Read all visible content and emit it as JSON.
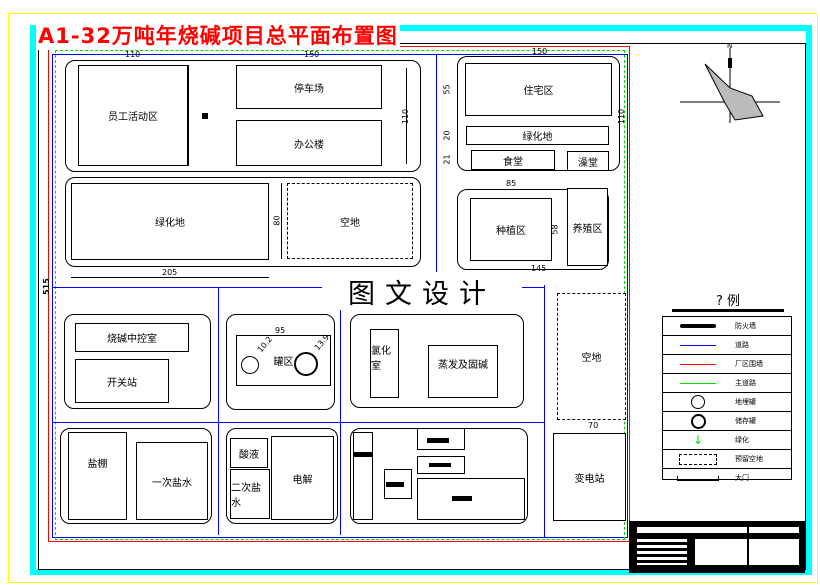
{
  "drawing": {
    "title": "A1-32万吨年烧碱项目总平面布置图",
    "watermark": "图文设计",
    "total_height_dim": "515"
  },
  "colors": {
    "title": "#ff0000",
    "outer_frame": "#00ffff",
    "page_border": "#ffff00",
    "boundary": "#ff0000",
    "road": "#0000ff",
    "greenbelt": "#00dd00"
  },
  "zones": {
    "staff_activity": {
      "label": "员工活动区",
      "dim_width": "110"
    },
    "parking": {
      "label": "停车场",
      "dim_width": "150"
    },
    "office": {
      "label": "办公楼",
      "dim_height": "110"
    },
    "green_left": {
      "label": "绿化地",
      "dim_width": "205",
      "dim_height": "80"
    },
    "vacant_top": {
      "label": "空地"
    },
    "residential": {
      "label": "住宅区",
      "dim_width": "150",
      "dim_height": "55"
    },
    "green_mid": {
      "label": "绿化地",
      "dim_height": "20"
    },
    "canteen": {
      "label": "食堂",
      "dim_height": "21"
    },
    "bath": {
      "label": "澡堂"
    },
    "residential_block_height": "110",
    "planting": {
      "label": "种植区",
      "dim_width": "85",
      "dim_height": "58"
    },
    "breeding": {
      "label": "养殖区"
    },
    "farm_block_width": "145",
    "control_room": {
      "label": "烧碱中控室"
    },
    "switch_station": {
      "label": "开关站"
    },
    "tank_area": {
      "label": "罐区",
      "dim_width": "95",
      "dia_1": "10.2",
      "dia_2": "13.9"
    },
    "chlorination": {
      "label": "氯化室"
    },
    "evaporation": {
      "label": "蒸发及固碱"
    },
    "vacant_right": {
      "label": "空地",
      "dim_width": "70"
    },
    "salt_shed": {
      "label": "盐棚"
    },
    "primary_brine": {
      "label": "一次盐水"
    },
    "waste_acid": {
      "label": "酸液"
    },
    "secondary_brine": {
      "label": "二次盐水"
    },
    "electrolysis": {
      "label": "电解"
    },
    "substation": {
      "label": "变电站"
    }
  },
  "compass": {
    "north_label": "N"
  },
  "legend": {
    "title": "? 例",
    "items": [
      {
        "symbol": "thick-line",
        "label": "防火墙"
      },
      {
        "symbol": "blue-line",
        "label": "道路"
      },
      {
        "symbol": "red-line",
        "label": "厂区围墙"
      },
      {
        "symbol": "green-line",
        "label": "主道路"
      },
      {
        "symbol": "circle-cross",
        "label": "地埋罐"
      },
      {
        "symbol": "circle-cross-bold",
        "label": "储存罐"
      },
      {
        "symbol": "green-arrow",
        "label": "绿化"
      },
      {
        "symbol": "dashed-rect",
        "label": "预留空地"
      },
      {
        "symbol": "gate",
        "label": "大门"
      }
    ]
  }
}
